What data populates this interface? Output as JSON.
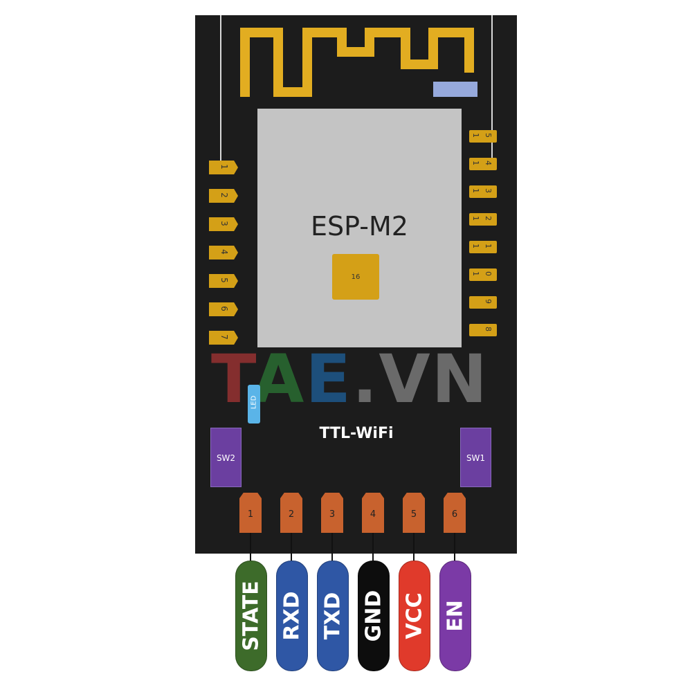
{
  "module": {
    "chip_label": "ESP-M2",
    "chip_pad_label": "16",
    "board_label": "TTL-WiFi",
    "led_label": "LED",
    "switches": [
      {
        "label": "SW2"
      },
      {
        "label": "SW1"
      }
    ],
    "left_pins": [
      "1",
      "2",
      "3",
      "4",
      "5",
      "6",
      "7"
    ],
    "right_pins": [
      {
        "d1": "1",
        "d2": "5"
      },
      {
        "d1": "1",
        "d2": "4"
      },
      {
        "d1": "1",
        "d2": "3"
      },
      {
        "d1": "1",
        "d2": "2"
      },
      {
        "d1": "1",
        "d2": "1"
      },
      {
        "d1": "1",
        "d2": "0"
      },
      {
        "d1": "",
        "d2": "9"
      },
      {
        "d1": "",
        "d2": "8"
      }
    ],
    "header_pins": [
      {
        "number": "1",
        "name": "STATE",
        "color": "#3d6b2a"
      },
      {
        "number": "2",
        "name": "RXD",
        "color": "#2f57a5"
      },
      {
        "number": "3",
        "name": "TXD",
        "color": "#2f57a5"
      },
      {
        "number": "4",
        "name": "GND",
        "color": "#0d0d0d"
      },
      {
        "number": "5",
        "name": "VCC",
        "color": "#e03a2b"
      },
      {
        "number": "6",
        "name": "EN",
        "color": "#7b3aa6"
      }
    ]
  },
  "watermark": {
    "parts": [
      "T",
      "A",
      "E",
      ".",
      "VN"
    ],
    "colors": [
      "#c43a3a",
      "#2e8b3a",
      "#1f6fb5",
      "#9a9a9a",
      "#9a9a9a"
    ]
  },
  "colors": {
    "board": "#1c1c1c",
    "gold": "#d4a017",
    "chip": "#c4c4c4",
    "copper": "#c8622e"
  }
}
